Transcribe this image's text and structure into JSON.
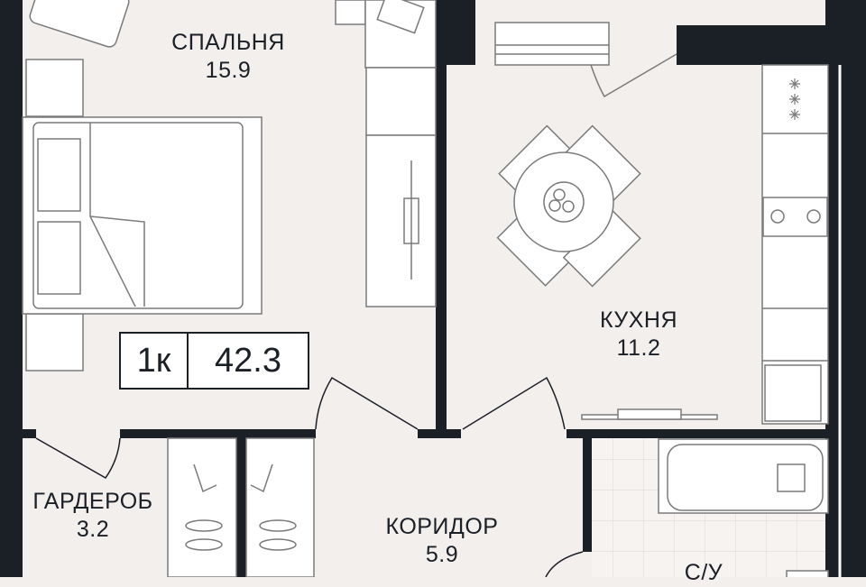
{
  "plan": {
    "rooms": [
      {
        "name": "СПАЛЬНЯ",
        "area": "15.9"
      },
      {
        "name": "КУХНЯ",
        "area": "11.2"
      },
      {
        "name": "ГАРДЕРОБ",
        "area": "3.2"
      },
      {
        "name": "КОРИДОР",
        "area": "5.9"
      },
      {
        "name": "С/У",
        "area": ""
      }
    ],
    "badge": {
      "type": "1к",
      "total_area": "42.3"
    }
  },
  "colors": {
    "wall": "#1b1f26",
    "floor": "#f3efec",
    "furniture": "#ffffff",
    "line": "#7a7a7a"
  }
}
